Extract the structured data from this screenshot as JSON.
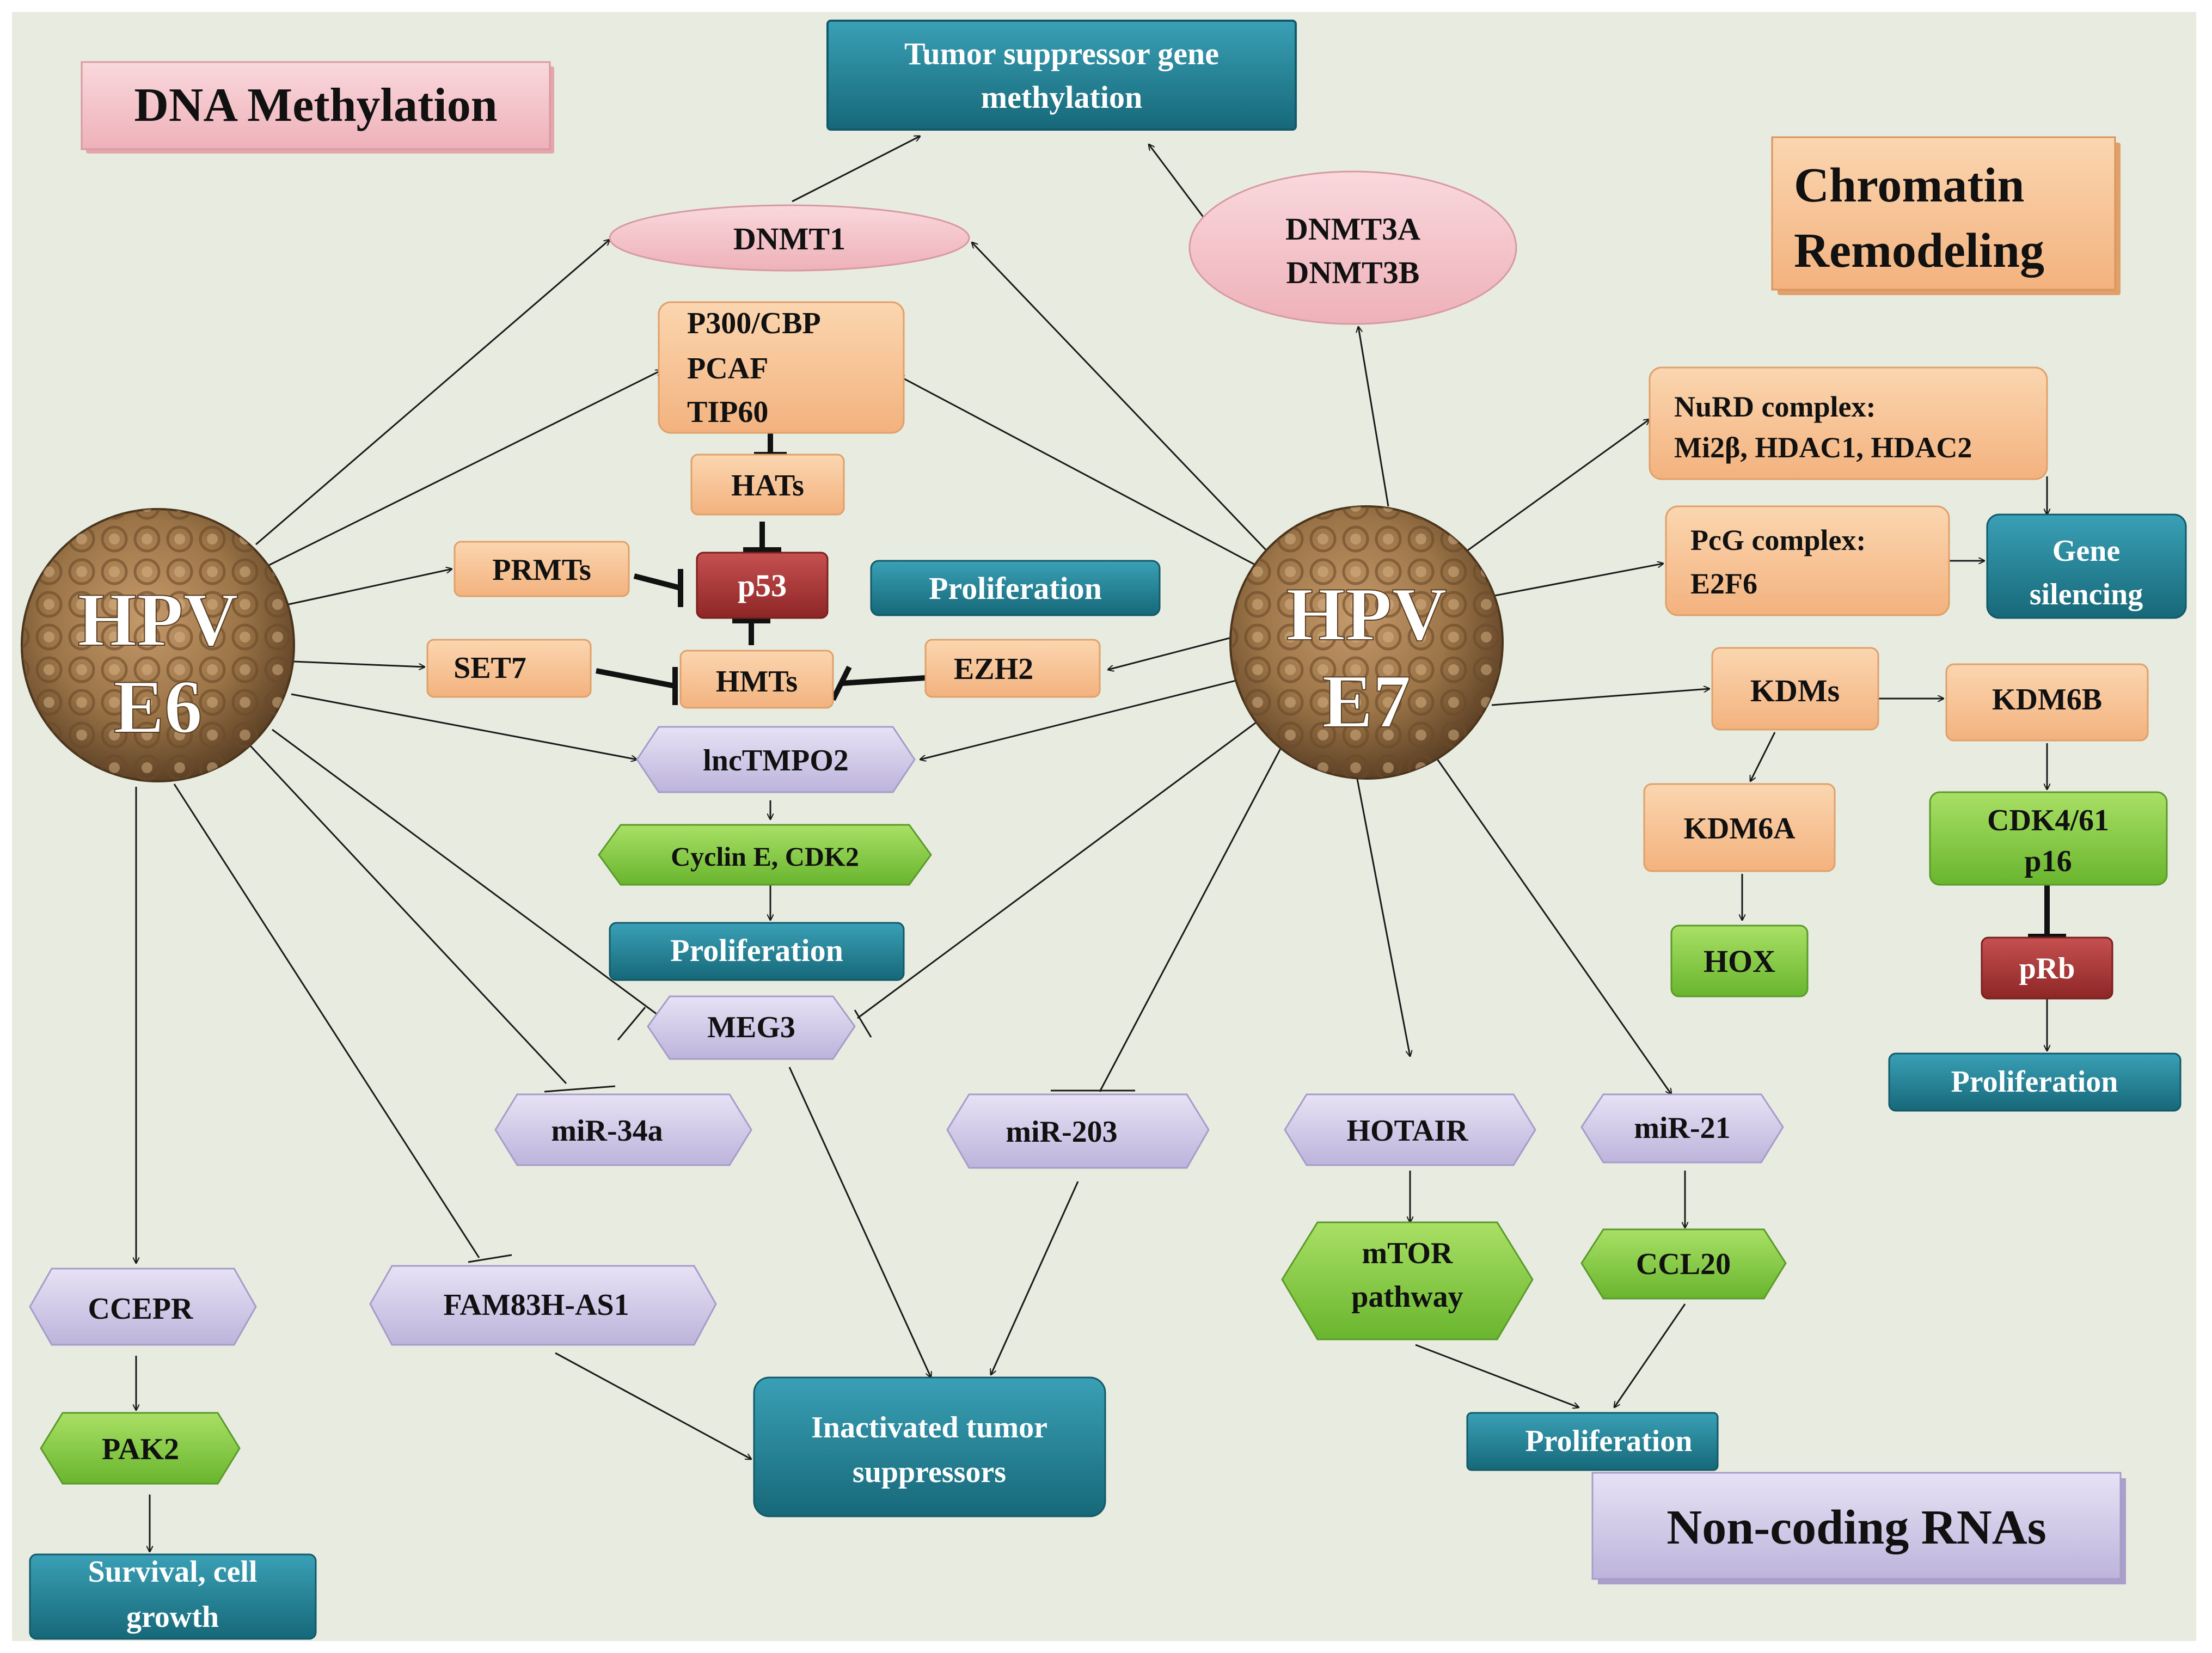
{
  "colors": {
    "background": "#e8ebdf",
    "arrow": "#1a1a1a",
    "pink": "#f4c6cc",
    "peach": "#f9c79c",
    "teal": "#1f7d92",
    "green": "#8fd24a",
    "lavender": "#d6d0ea",
    "red": "#b23a3a",
    "text_dark": "#111111",
    "text_light": "#ffffff"
  },
  "section_labels": {
    "dna_methylation": "DNA Methylation",
    "chromatin_line1": "Chromatin",
    "chromatin_line2": "Remodeling",
    "noncoding": "Non-coding RNAs"
  },
  "viruses": {
    "e6_line1": "HPV",
    "e6_line2": "E6",
    "e7_line1": "HPV",
    "e7_line2": "E7"
  },
  "nodes": {
    "tumor_suppressor_methylation_1": "Tumor  suppressor gene",
    "tumor_suppressor_methylation_2": "methylation",
    "dnmt1": "DNMT1",
    "dnmt3a": "DNMT3A",
    "dnmt3b": "DNMT3B",
    "p300_1": "P300/CBP",
    "p300_2": "PCAF",
    "p300_3": "TIP60",
    "hats": "HATs",
    "prmts": "PRMTs",
    "p53": "p53",
    "proliferation_top": "Proliferation",
    "set7": "SET7",
    "hmts": "HMTs",
    "ezh2": "EZH2",
    "lnctmpo2": "lncTMPO2",
    "cyclin": "Cyclin E, CDK2",
    "proliferation_mid": "Proliferation",
    "meg3": "MEG3",
    "mir34a": "miR-34a",
    "mir203": "miR-203",
    "hotair": "HOTAIR",
    "mir21": "miR-21",
    "mtor_1": "mTOR",
    "mtor_2": "pathway",
    "ccl20": "CCL20",
    "ccepr": "CCEPR",
    "fam83h": "FAM83H-AS1",
    "pak2": "PAK2",
    "survival_1": "Survival,  cell",
    "survival_2": "growth",
    "inactivated_1": "Inactivated tumor",
    "inactivated_2": "suppressors",
    "proliferation_bottom": "Proliferation",
    "nurd_1": "NuRD complex:",
    "nurd_2": "Mi2β, HDAC1, HDAC2",
    "pcg_1": "PcG complex:",
    "pcg_2": "E2F6",
    "gene_silencing_1": "Gene",
    "gene_silencing_2": "silencing",
    "kdms": "KDMs",
    "kdm6b": "KDM6B",
    "kdm6a": "KDM6A",
    "cdk46_1": "CDK4/61",
    "cdk46_2": "p16",
    "hox": "HOX",
    "prb": "pRb",
    "proliferation_right": "Proliferation"
  }
}
